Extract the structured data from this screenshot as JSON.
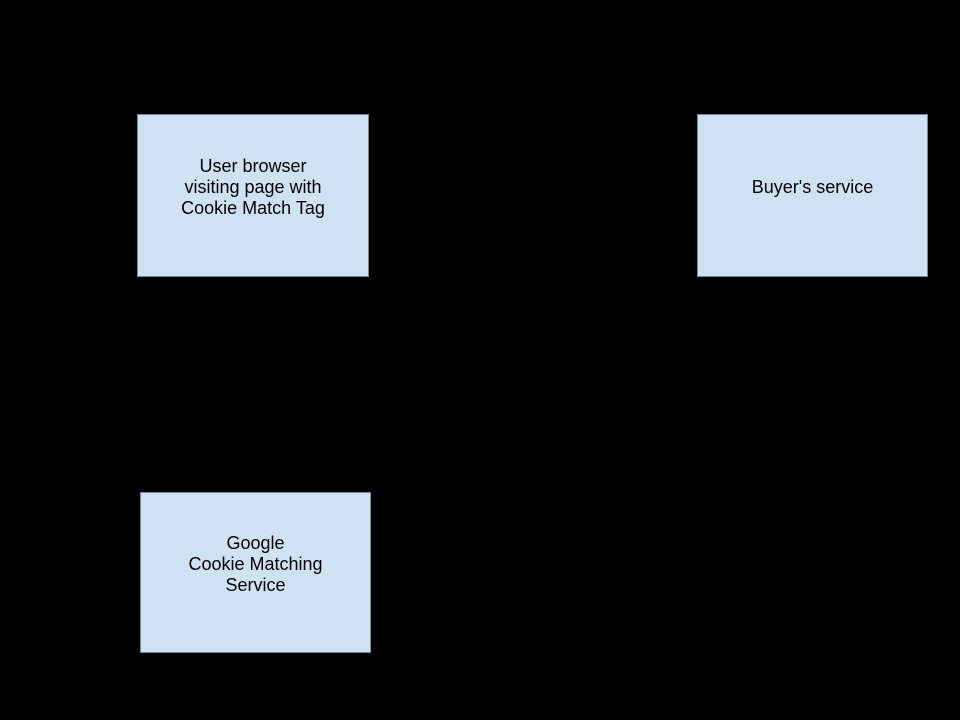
{
  "canvas": {
    "background_color": "#000000"
  },
  "colors": {
    "node_fill": "#cfe2f3",
    "node_border": "#76879a",
    "node_text": "#000000"
  },
  "nodes": {
    "user_browser": {
      "lines": [
        "User browser",
        "visiting page with",
        "Cookie Match Tag"
      ]
    },
    "buyers_service": {
      "lines": [
        "Buyer's service"
      ]
    },
    "google_cookie_matching": {
      "lines": [
        "Google",
        "Cookie Matching",
        "Service"
      ]
    }
  }
}
